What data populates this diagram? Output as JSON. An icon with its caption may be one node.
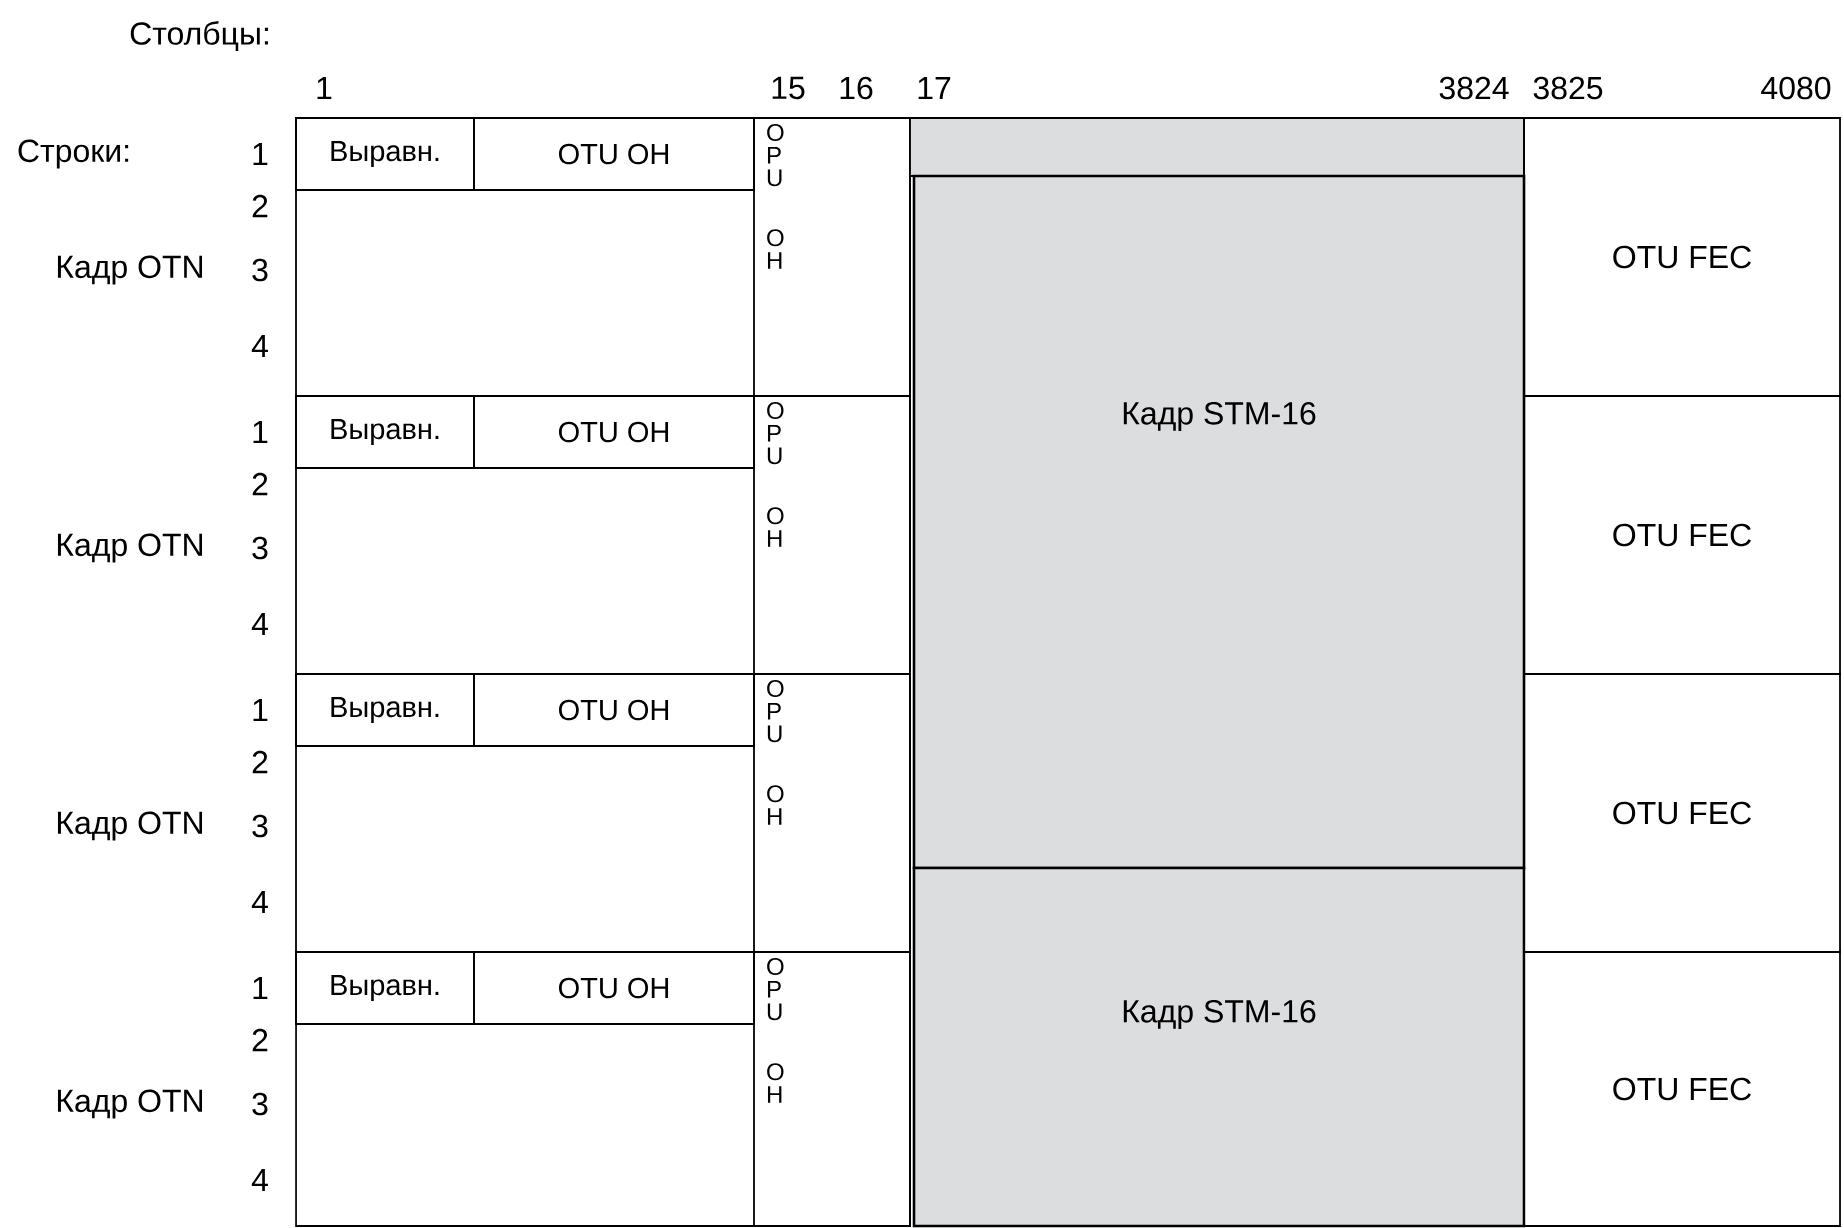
{
  "diagram": {
    "nodes": [
      {
        "text": [
          "Выравн."
        ]
      },
      {
        "text": [
          "OTU OH"
        ]
      },
      {
        "text": [
          "OPU OH"
        ]
      },
      {
        "text": [],
        "shape": "box"
      },
      {
        "text": [
          "Кадр STM-16"
        ]
      },
      {
        "text": [
          "OTU FEC"
        ]
      },
      {
        "text": [
          "Выравн."
        ]
      },
      {
        "text": [
          "OTU OH"
        ]
      },
      {
        "text": [
          "OPU OH"
        ]
      },
      {
        "text": [
          "OTU FEC"
        ]
      },
      {
        "text": [
          "Выравн."
        ]
      },
      {
        "text": [
          "OTU OH"
        ]
      },
      {
        "text": [
          "OPU OH"
        ]
      },
      {
        "text": [
          "OTU FEC"
        ]
      },
      {
        "text": [
          "Выравн."
        ]
      },
      {
        "text": [
          "OTU OH"
        ]
      },
      {
        "text": [
          "OPU OH"
        ]
      },
      {
        "text": [
          "Кадр STM-16"
        ]
      },
      {
        "text": [
          "OTU FEC"
        ]
      }
    ],
    "labels": [
      "Столбцы:",
      "1",
      "15",
      "16",
      "17",
      "3824",
      "3825",
      "4080",
      "Строки:",
      "1",
      "2",
      "Кадр OTN",
      "3",
      "4",
      "1",
      "2",
      "Кадр OTN",
      "3",
      "4",
      "1",
      "2",
      "Кадр OTN",
      "3",
      "4",
      "1",
      "2",
      "Кадр OTN",
      "3",
      "4"
    ]
  }
}
